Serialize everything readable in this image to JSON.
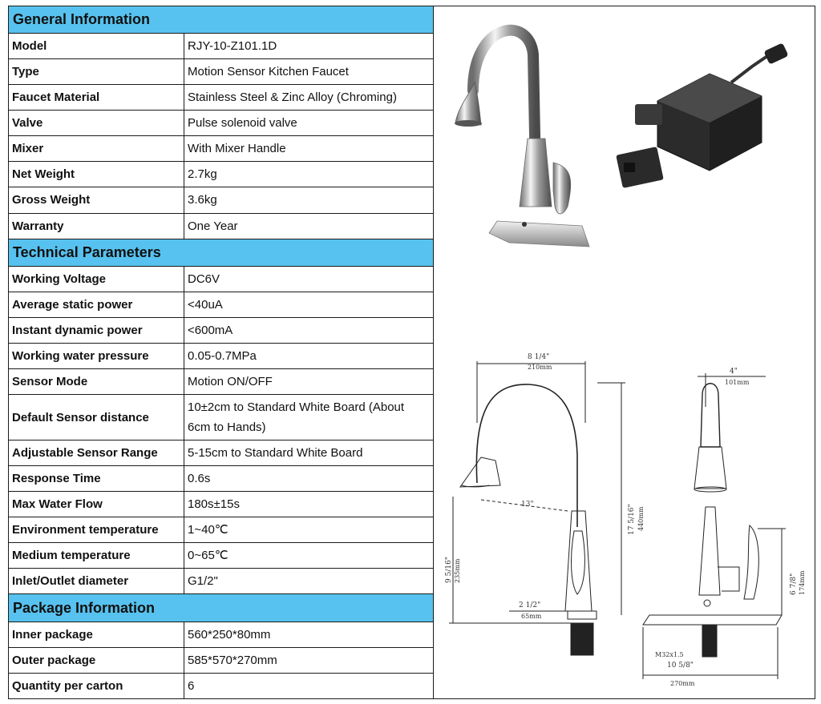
{
  "sections": [
    {
      "title": "General Information",
      "rows": [
        {
          "label": "Model",
          "value": "RJY-10-Z101.1D"
        },
        {
          "label": "Type",
          "value": "Motion Sensor Kitchen Faucet"
        },
        {
          "label": "Faucet Material",
          "value": "Stainless Steel & Zinc Alloy (Chroming)"
        },
        {
          "label": "Valve",
          "value": "Pulse solenoid valve"
        },
        {
          "label": "Mixer",
          "value": "With Mixer Handle"
        },
        {
          "label": "Net Weight",
          "value": "2.7kg"
        },
        {
          "label": "Gross Weight",
          "value": "3.6kg"
        },
        {
          "label": "Warranty",
          "value": "One Year"
        }
      ]
    },
    {
      "title": "Technical Parameters",
      "rows": [
        {
          "label": "Working Voltage",
          "value": "DC6V"
        },
        {
          "label": "Average static power",
          "value": "<40uA"
        },
        {
          "label": "Instant dynamic power",
          "value": "<600mA"
        },
        {
          "label": "Working water pressure",
          "value": "0.05-0.7MPa"
        },
        {
          "label": "Sensor Mode",
          "value": "Motion ON/OFF"
        },
        {
          "label": "Default Sensor distance",
          "value": "10±2cm to Standard White Board (About 6cm to Hands)"
        },
        {
          "label": "Adjustable Sensor Range",
          "value": "5-15cm to Standard White Board"
        },
        {
          "label": "Response Time",
          "value": "0.6s"
        },
        {
          "label": "Max Water Flow",
          "value": "180s±15s"
        },
        {
          "label": "Environment temperature",
          "value": "1~40℃"
        },
        {
          "label": "Medium temperature",
          "value": "0~65℃"
        },
        {
          "label": "Inlet/Outlet diameter",
          "value": "G1/2\""
        }
      ]
    },
    {
      "title": "Package Information",
      "rows": [
        {
          "label": "Inner package",
          "value": "560*250*80mm"
        },
        {
          "label": "Outer package",
          "value": "585*570*270mm"
        },
        {
          "label": "Quantity per carton",
          "value": "6"
        }
      ]
    }
  ],
  "drawing": {
    "front": {
      "width_in": "8 1/4\"",
      "width_mm": "210mm",
      "height_in": "17 5/16\"",
      "height_mm": "440mm",
      "reach_in": "13\"",
      "spout_in": "9 5/16\"",
      "spout_mm": "235mm",
      "base_in": "2 1/2\"",
      "base_mm": "65mm"
    },
    "side": {
      "top_in": "4\"",
      "top_mm": "101mm",
      "handle_in": "6 7/8\"",
      "handle_mm": "174mm",
      "thread": "M32x1.5",
      "plate_in": "10 5/8\"",
      "plate_mm": "270mm"
    }
  }
}
